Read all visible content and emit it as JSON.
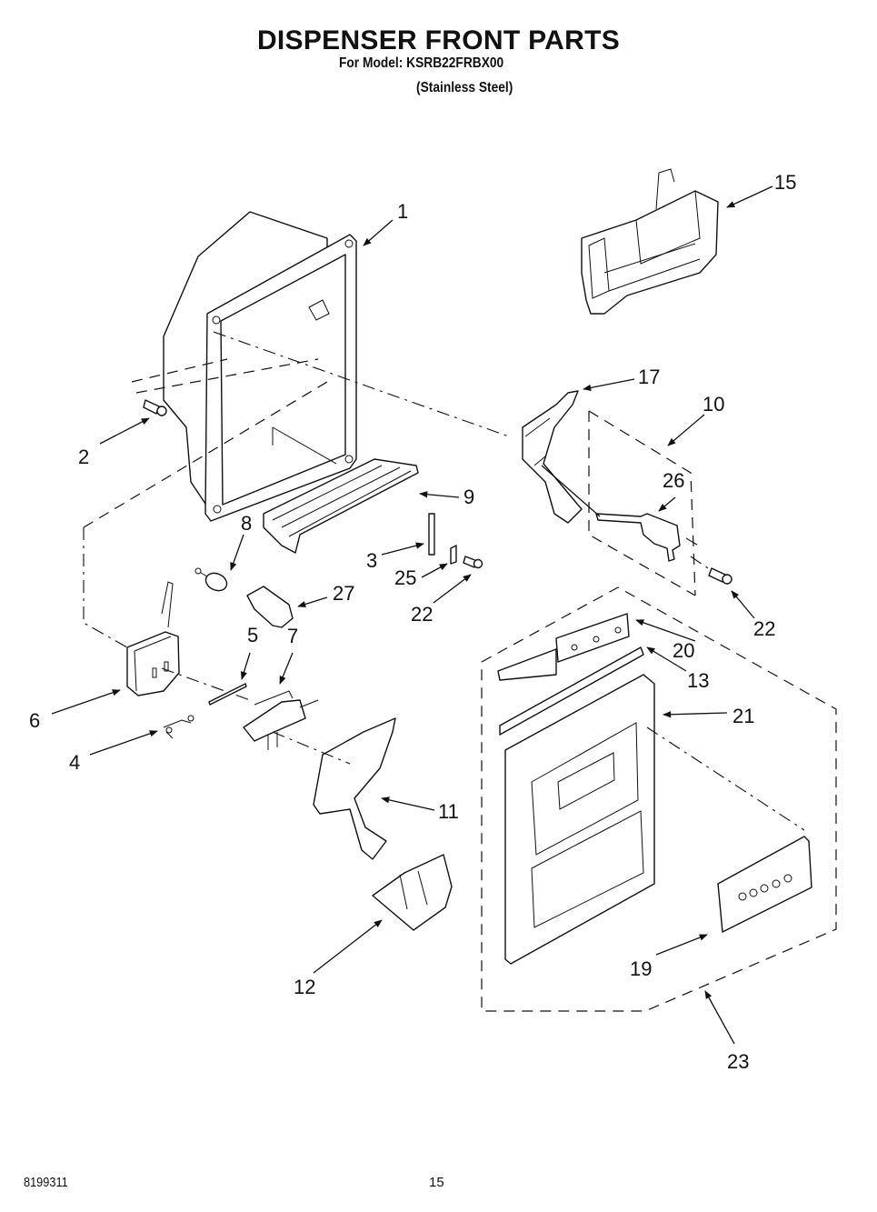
{
  "header": {
    "title": "DISPENSER FRONT PARTS",
    "model_line": "For Model: KSRB22FRBX00",
    "finish_line": "(Stainless Steel)"
  },
  "footer": {
    "document_number": "8199311",
    "page_number": "15"
  },
  "callouts": [
    {
      "id": "c1",
      "label": "1",
      "part": "dispenser-housing"
    },
    {
      "id": "c2",
      "label": "2",
      "part": "screw"
    },
    {
      "id": "c3",
      "label": "3",
      "part": "switch-actuator"
    },
    {
      "id": "c4",
      "label": "4",
      "part": "spring"
    },
    {
      "id": "c5",
      "label": "5",
      "part": "pin"
    },
    {
      "id": "c6",
      "label": "6",
      "part": "switch-housing"
    },
    {
      "id": "c7",
      "label": "7",
      "part": "lever-bracket"
    },
    {
      "id": "c8",
      "label": "8",
      "part": "lamp"
    },
    {
      "id": "c9",
      "label": "9",
      "part": "drip-tray"
    },
    {
      "id": "c10",
      "label": "10",
      "part": "lever-assembly"
    },
    {
      "id": "c11",
      "label": "11",
      "part": "ice-lever"
    },
    {
      "id": "c12",
      "label": "12",
      "part": "ice-chute"
    },
    {
      "id": "c13",
      "label": "13",
      "part": "strip"
    },
    {
      "id": "c15",
      "label": "15",
      "part": "control-module"
    },
    {
      "id": "c17",
      "label": "17",
      "part": "water-lever"
    },
    {
      "id": "c19",
      "label": "19",
      "part": "control-panel"
    },
    {
      "id": "c20",
      "label": "20",
      "part": "circuit-board"
    },
    {
      "id": "c21",
      "label": "21",
      "part": "dispenser-front"
    },
    {
      "id": "c22a",
      "label": "22",
      "part": "screw"
    },
    {
      "id": "c22b",
      "label": "22",
      "part": "screw"
    },
    {
      "id": "c23",
      "label": "23",
      "part": "dispenser-front-assembly"
    },
    {
      "id": "c25",
      "label": "25",
      "part": "clip"
    },
    {
      "id": "c26",
      "label": "26",
      "part": "lever-arm"
    },
    {
      "id": "c27",
      "label": "27",
      "part": "lamp-cover"
    }
  ]
}
